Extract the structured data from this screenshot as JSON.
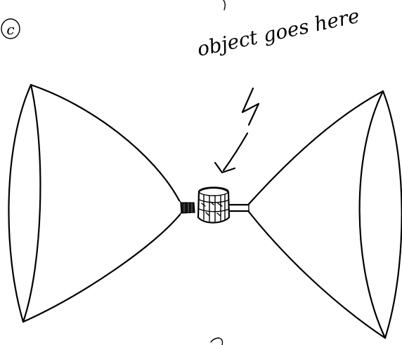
{
  "panel_label": "c",
  "annotation": "object goes here",
  "colors": {
    "ink": "#000000",
    "paper": "#ffffff"
  },
  "elements": {
    "left_horn": "horn antenna",
    "right_horn": "horn antenna",
    "object": "object"
  }
}
